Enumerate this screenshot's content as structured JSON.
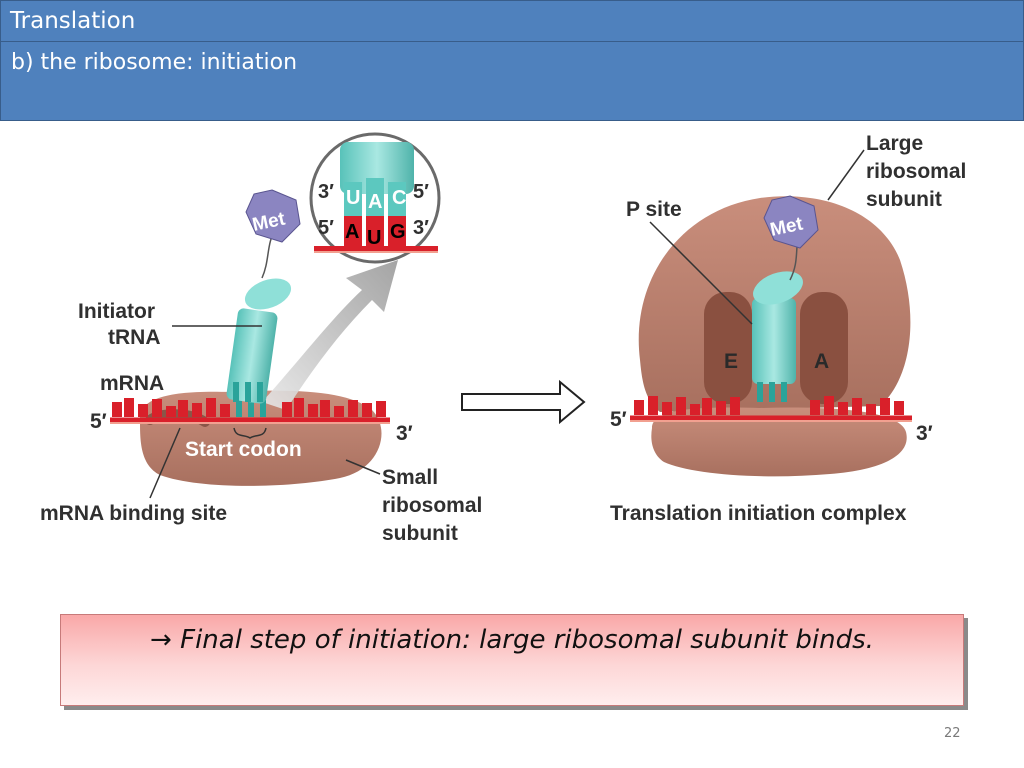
{
  "slide": {
    "title": "Translation",
    "subtitle": "b) the ribosome: initiation",
    "page_number": "22"
  },
  "figure": {
    "left_panel": {
      "labels": {
        "met": "Met",
        "initiator_trna": [
          "Initiator",
          "tRNA"
        ],
        "mrna": "mRNA",
        "five_prime": "5′",
        "three_prime": "3′",
        "start_codon": "Start codon",
        "mrna_binding_site": "mRNA binding site",
        "small_subunit": [
          "Small",
          "ribosomal",
          "subunit"
        ]
      },
      "inset": {
        "anticodon_left": "3′",
        "anticodon_right": "5′",
        "codon_left": "5′",
        "codon_right": "3′",
        "anticodon": [
          "U",
          "A",
          "C"
        ],
        "codon": [
          "A",
          "U",
          "G"
        ]
      }
    },
    "right_panel": {
      "labels": {
        "large_subunit": [
          "Large",
          "ribosomal",
          "subunit"
        ],
        "p_site": "P site",
        "met": "Met",
        "e_site": "E",
        "a_site": "A",
        "five_prime": "5′",
        "three_prime": "3′",
        "complex": "Translation initiation complex"
      }
    },
    "colors": {
      "ribosome": "#b57a6a",
      "trna": "#6ccfc6",
      "mrna": "#d9202a",
      "met": "#8b85c1"
    }
  },
  "callout": {
    "arrow": "→",
    "text": "Final step of initiation: large ribosomal subunit binds."
  }
}
